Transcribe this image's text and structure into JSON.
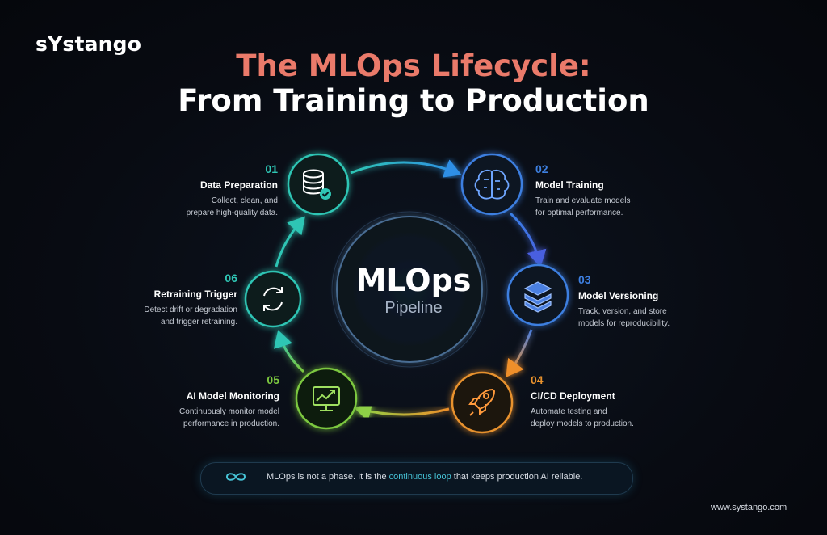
{
  "brand": {
    "logo": "sYstango",
    "website": "www.systango.com"
  },
  "title": {
    "line1": "The MLOps Lifecycle:",
    "line2": "From Training to Production"
  },
  "center": {
    "title": "MLOps",
    "subtitle": "Pipeline"
  },
  "steps": [
    {
      "number": "01",
      "title": "Data Preparation",
      "desc1": "Collect, clean, and",
      "desc2": "prepare high-quality data.",
      "icon": "database-check-icon",
      "color": "#2fc5b4"
    },
    {
      "number": "02",
      "title": "Model Training",
      "desc1": "Train and evaluate models",
      "desc2": "for optimal performance.",
      "icon": "brain-icon",
      "color": "#3d7fe0"
    },
    {
      "number": "03",
      "title": "Model Versioning",
      "desc1": "Track, version, and store",
      "desc2": "models for reproducibility.",
      "icon": "layers-icon",
      "color": "#3d7fe0"
    },
    {
      "number": "04",
      "title": "CI/CD Deployment",
      "desc1": "Automate testing and",
      "desc2": "deploy models to production.",
      "icon": "rocket-icon",
      "color": "#e8922d"
    },
    {
      "number": "05",
      "title": "AI Model Monitoring",
      "desc1": "Continuously monitor model",
      "desc2": "performance in production.",
      "icon": "monitor-chart-icon",
      "color": "#7cc83f"
    },
    {
      "number": "06",
      "title": "Retraining Trigger",
      "desc1": "Detect drift or degradation",
      "desc2": "and trigger retraining.",
      "icon": "refresh-icon",
      "color": "#2fc5b4"
    }
  ],
  "banner": {
    "icon": "infinity-icon",
    "text_before": "MLOps is not a phase. It is the ",
    "highlight": "continuous loop",
    "text_after": " that keeps production AI reliable."
  }
}
